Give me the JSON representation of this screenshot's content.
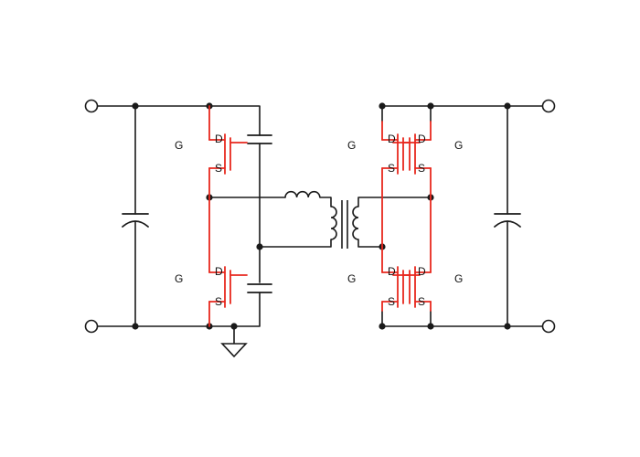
{
  "colors": {
    "wire": "#1a1a1a",
    "mosfet": "#e8281e",
    "background": "#ffffff"
  },
  "labels": {
    "gate": "G",
    "drain": "D",
    "source": "S"
  }
}
